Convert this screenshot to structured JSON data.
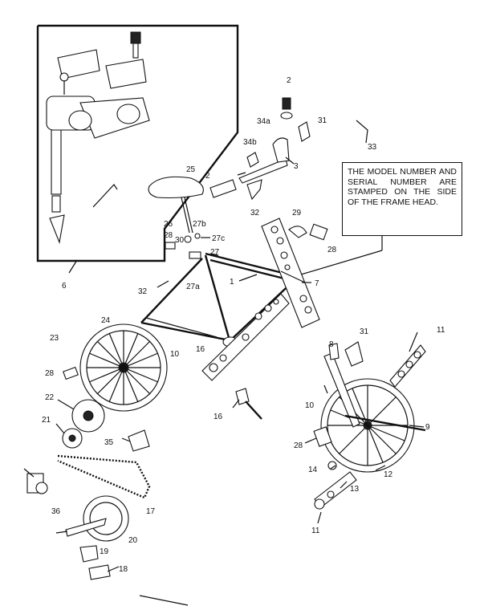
{
  "note": {
    "text": "THE MODEL NUMBER AND SERIAL NUMBER ARE STAMPED ON THE SIDE OF THE FRAME HEAD."
  },
  "labels": {
    "l1": "1",
    "l2a": "2",
    "l2b": "2",
    "l3": "3",
    "l6": "6",
    "l7": "7",
    "l8": "8",
    "l9": "9",
    "l10a": "10",
    "l10b": "10",
    "l11a": "11",
    "l11b": "11",
    "l12": "12",
    "l13": "13",
    "l14": "14",
    "l16a": "16",
    "l16b": "16",
    "l17": "17",
    "l18": "18",
    "l19": "19",
    "l20": "20",
    "l21": "21",
    "l22": "22",
    "l23": "23",
    "l24": "24",
    "l25": "25",
    "l26": "26",
    "l27": "27",
    "l27a": "27a",
    "l27b": "27b",
    "l27c": "27c",
    "l28a": "28",
    "l28b": "28",
    "l28c": "28",
    "l28d": "28",
    "l29": "29",
    "l30": "30",
    "l31a": "31",
    "l31b": "31",
    "l32a": "32",
    "l32b": "32",
    "l33": "33",
    "l34a": "34a",
    "l34b": "34b",
    "l35": "35",
    "l36": "36"
  }
}
